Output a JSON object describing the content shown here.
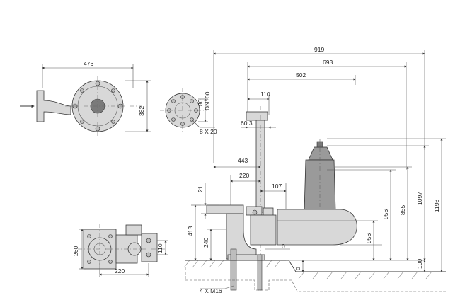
{
  "dimensions": {
    "d919": "919",
    "d693": "693",
    "d502": "502",
    "d110_top": "110",
    "d60_3": "60.3",
    "d443": "443",
    "d220_mid": "220",
    "d107": "107",
    "d21": "21",
    "d413": "413",
    "d240": "240",
    "d0_base": "0",
    "d0_floor": "0",
    "d956_a": "956",
    "d956_b": "956",
    "d855": "855",
    "d1097": "1097",
    "d1198": "1198",
    "d100": "100",
    "d476": "476",
    "d382": "382",
    "d80": "80",
    "dn100": "DN100",
    "d8x20": "8 X 20",
    "d260": "260",
    "d110_side": "110",
    "d220_bottom": "220",
    "d4xm16": "4 X M16"
  }
}
